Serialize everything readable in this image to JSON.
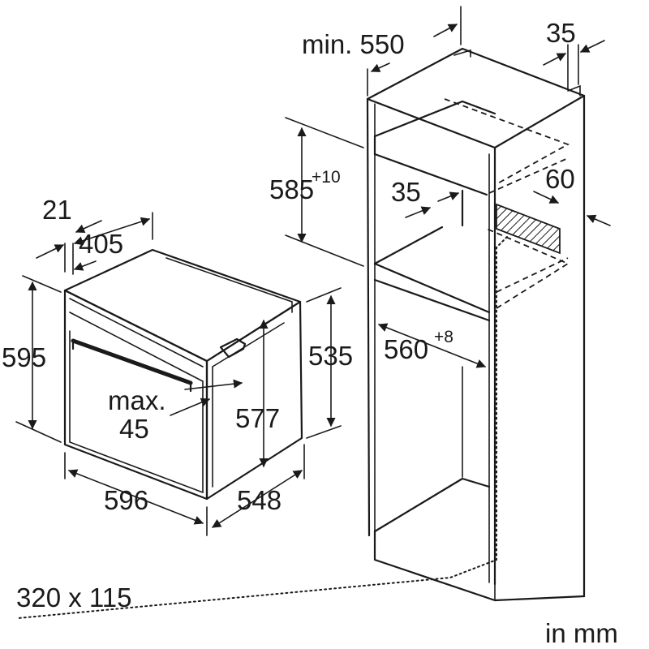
{
  "labels": {
    "oven_depth_body": "405",
    "front_offset": "21",
    "oven_height": "595",
    "oven_width": "596",
    "oven_depth": "548",
    "inner_height": "577",
    "rear_height": "535",
    "handle_clearance_a": "max.",
    "handle_clearance_b": "45",
    "cabinet_depth": "min. 550",
    "rear_gap": "35",
    "niche_height": "585",
    "niche_height_tol": "+10",
    "vent_depth": "35",
    "vent_height": "60",
    "niche_width": "560",
    "niche_width_tol": "+8",
    "vent_opening": "320 x 115",
    "units": "in mm"
  }
}
